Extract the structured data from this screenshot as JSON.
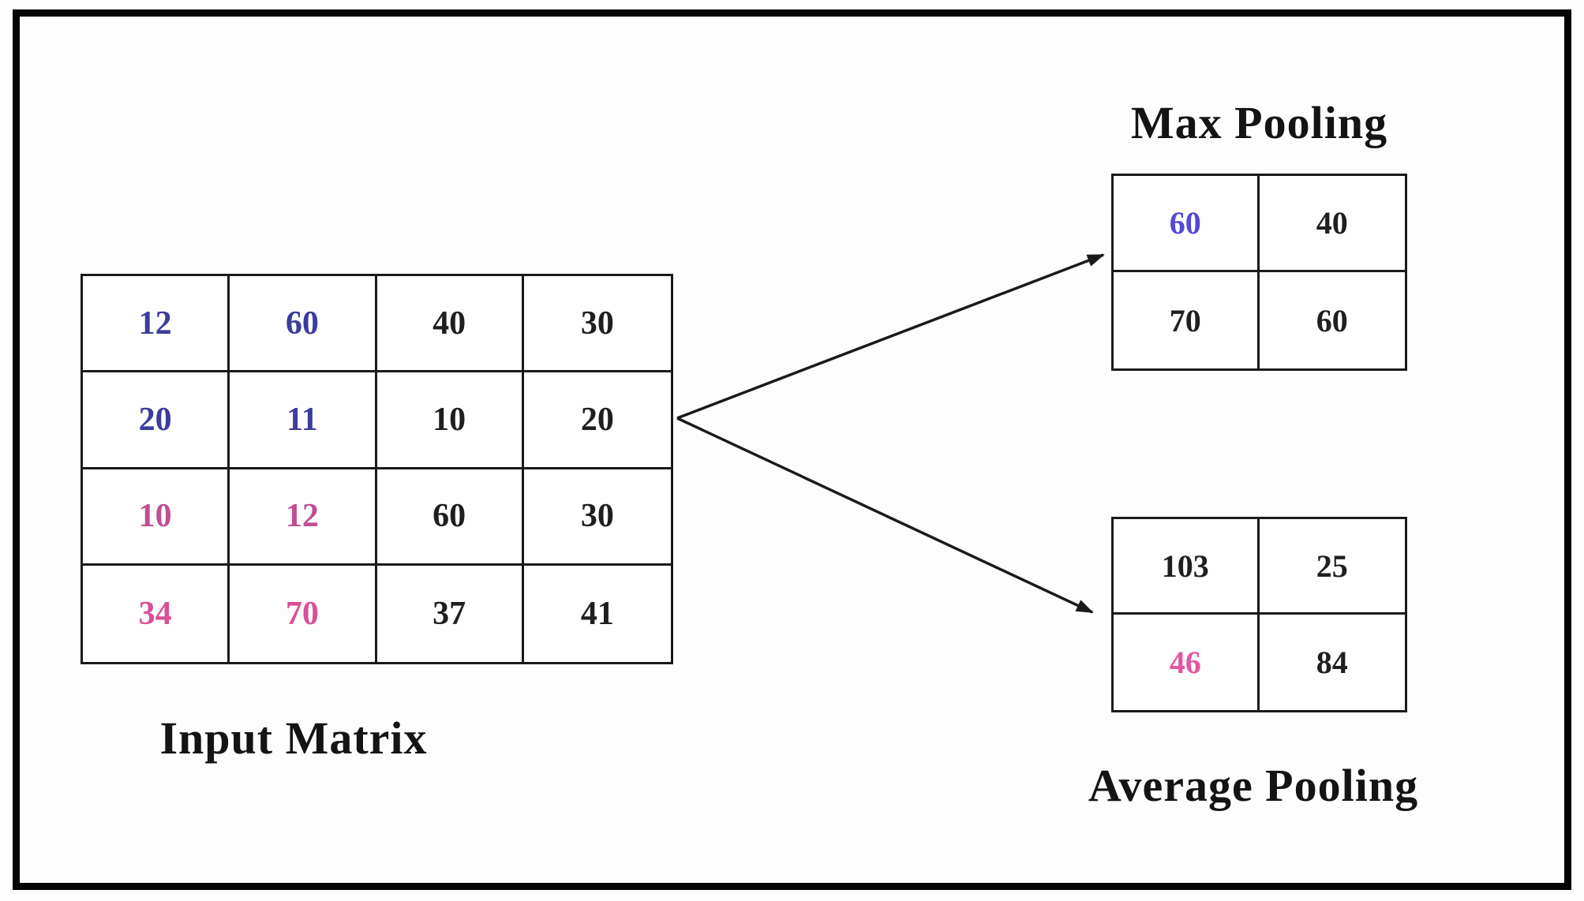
{
  "colors": {
    "black": "#1f1f1f",
    "blue": "#3c3c9e",
    "blue_bright": "#5348d9",
    "pink": "#bf4f92",
    "pink_bright": "#d94f95",
    "pink_light": "#e455a0"
  },
  "input_matrix": {
    "label": "Input Matrix",
    "rows": [
      [
        {
          "v": "12",
          "c": "blue"
        },
        {
          "v": "60",
          "c": "blue"
        },
        {
          "v": "40",
          "c": "black"
        },
        {
          "v": "30",
          "c": "black"
        }
      ],
      [
        {
          "v": "20",
          "c": "blue"
        },
        {
          "v": "11",
          "c": "blue"
        },
        {
          "v": "10",
          "c": "black"
        },
        {
          "v": "20",
          "c": "black"
        }
      ],
      [
        {
          "v": "10",
          "c": "pink"
        },
        {
          "v": "12",
          "c": "pink"
        },
        {
          "v": "60",
          "c": "black"
        },
        {
          "v": "30",
          "c": "black"
        }
      ],
      [
        {
          "v": "34",
          "c": "pink_bright"
        },
        {
          "v": "70",
          "c": "pink_bright"
        },
        {
          "v": "37",
          "c": "black"
        },
        {
          "v": "41",
          "c": "black"
        }
      ]
    ]
  },
  "max_pooling": {
    "title": "Max Pooling",
    "rows": [
      [
        {
          "v": "60",
          "c": "blue_bright"
        },
        {
          "v": "40",
          "c": "black"
        }
      ],
      [
        {
          "v": "70",
          "c": "black"
        },
        {
          "v": "60",
          "c": "black"
        }
      ]
    ]
  },
  "average_pooling": {
    "title": "Average Pooling",
    "rows": [
      [
        {
          "v": "103",
          "c": "black"
        },
        {
          "v": "25",
          "c": "black"
        }
      ],
      [
        {
          "v": "46",
          "c": "pink_light"
        },
        {
          "v": "84",
          "c": "black"
        }
      ]
    ]
  }
}
